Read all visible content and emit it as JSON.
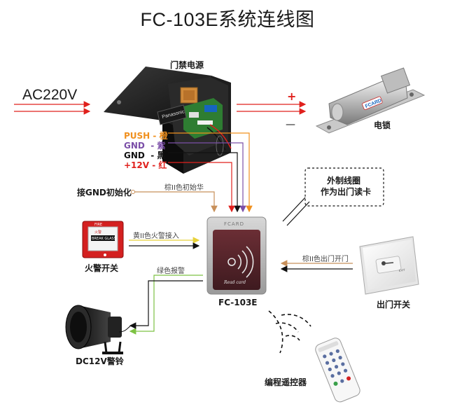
{
  "title": "FC-103E系统连线图",
  "power_supply": {
    "label": "门禁电源",
    "brand": "Panasonic"
  },
  "ac_input": "AC220V",
  "lock": {
    "plus": "+",
    "minus": "—",
    "label": "电锁",
    "brand": "FCARD"
  },
  "wires": [
    {
      "name": "PUSH",
      "color": "橙",
      "hex": "#f0901e"
    },
    {
      "name": "GND",
      "color": "紫",
      "hex": "#7b4fa8"
    },
    {
      "name": "GND",
      "color": "黑",
      "hex": "#111111"
    },
    {
      "name": "+12V",
      "color": "红",
      "hex": "#e0201c"
    }
  ],
  "init": {
    "label": "接GND初始化",
    "wire_label": "棕II色初始华"
  },
  "fire_alarm": {
    "label": "火警开关",
    "wire_label": "黄II色火警接入",
    "panel_top": "FIRE",
    "panel_sub": "火警",
    "panel_text": "BREAK GLASS"
  },
  "alarm_bell": {
    "label": "DC12V警铃",
    "wire_label": "绿色报警"
  },
  "reader": {
    "label": "FC-103E",
    "brand": "FCARD",
    "face_text": "Read card"
  },
  "external_coil": {
    "line1": "外制线圈",
    "line2": "作为出门读卡"
  },
  "exit_button": {
    "label": "出门开关",
    "wire_label": "棕II色出门开门",
    "face_text": "EXIT"
  },
  "remote": {
    "label": "编程遥控器"
  },
  "colors": {
    "ac_arrow": "#e0201c",
    "brown_wire": "#c8905a",
    "yellow_wire": "#e8d23a",
    "green_wire": "#7dc243",
    "reader_face": "#5a2a30"
  }
}
